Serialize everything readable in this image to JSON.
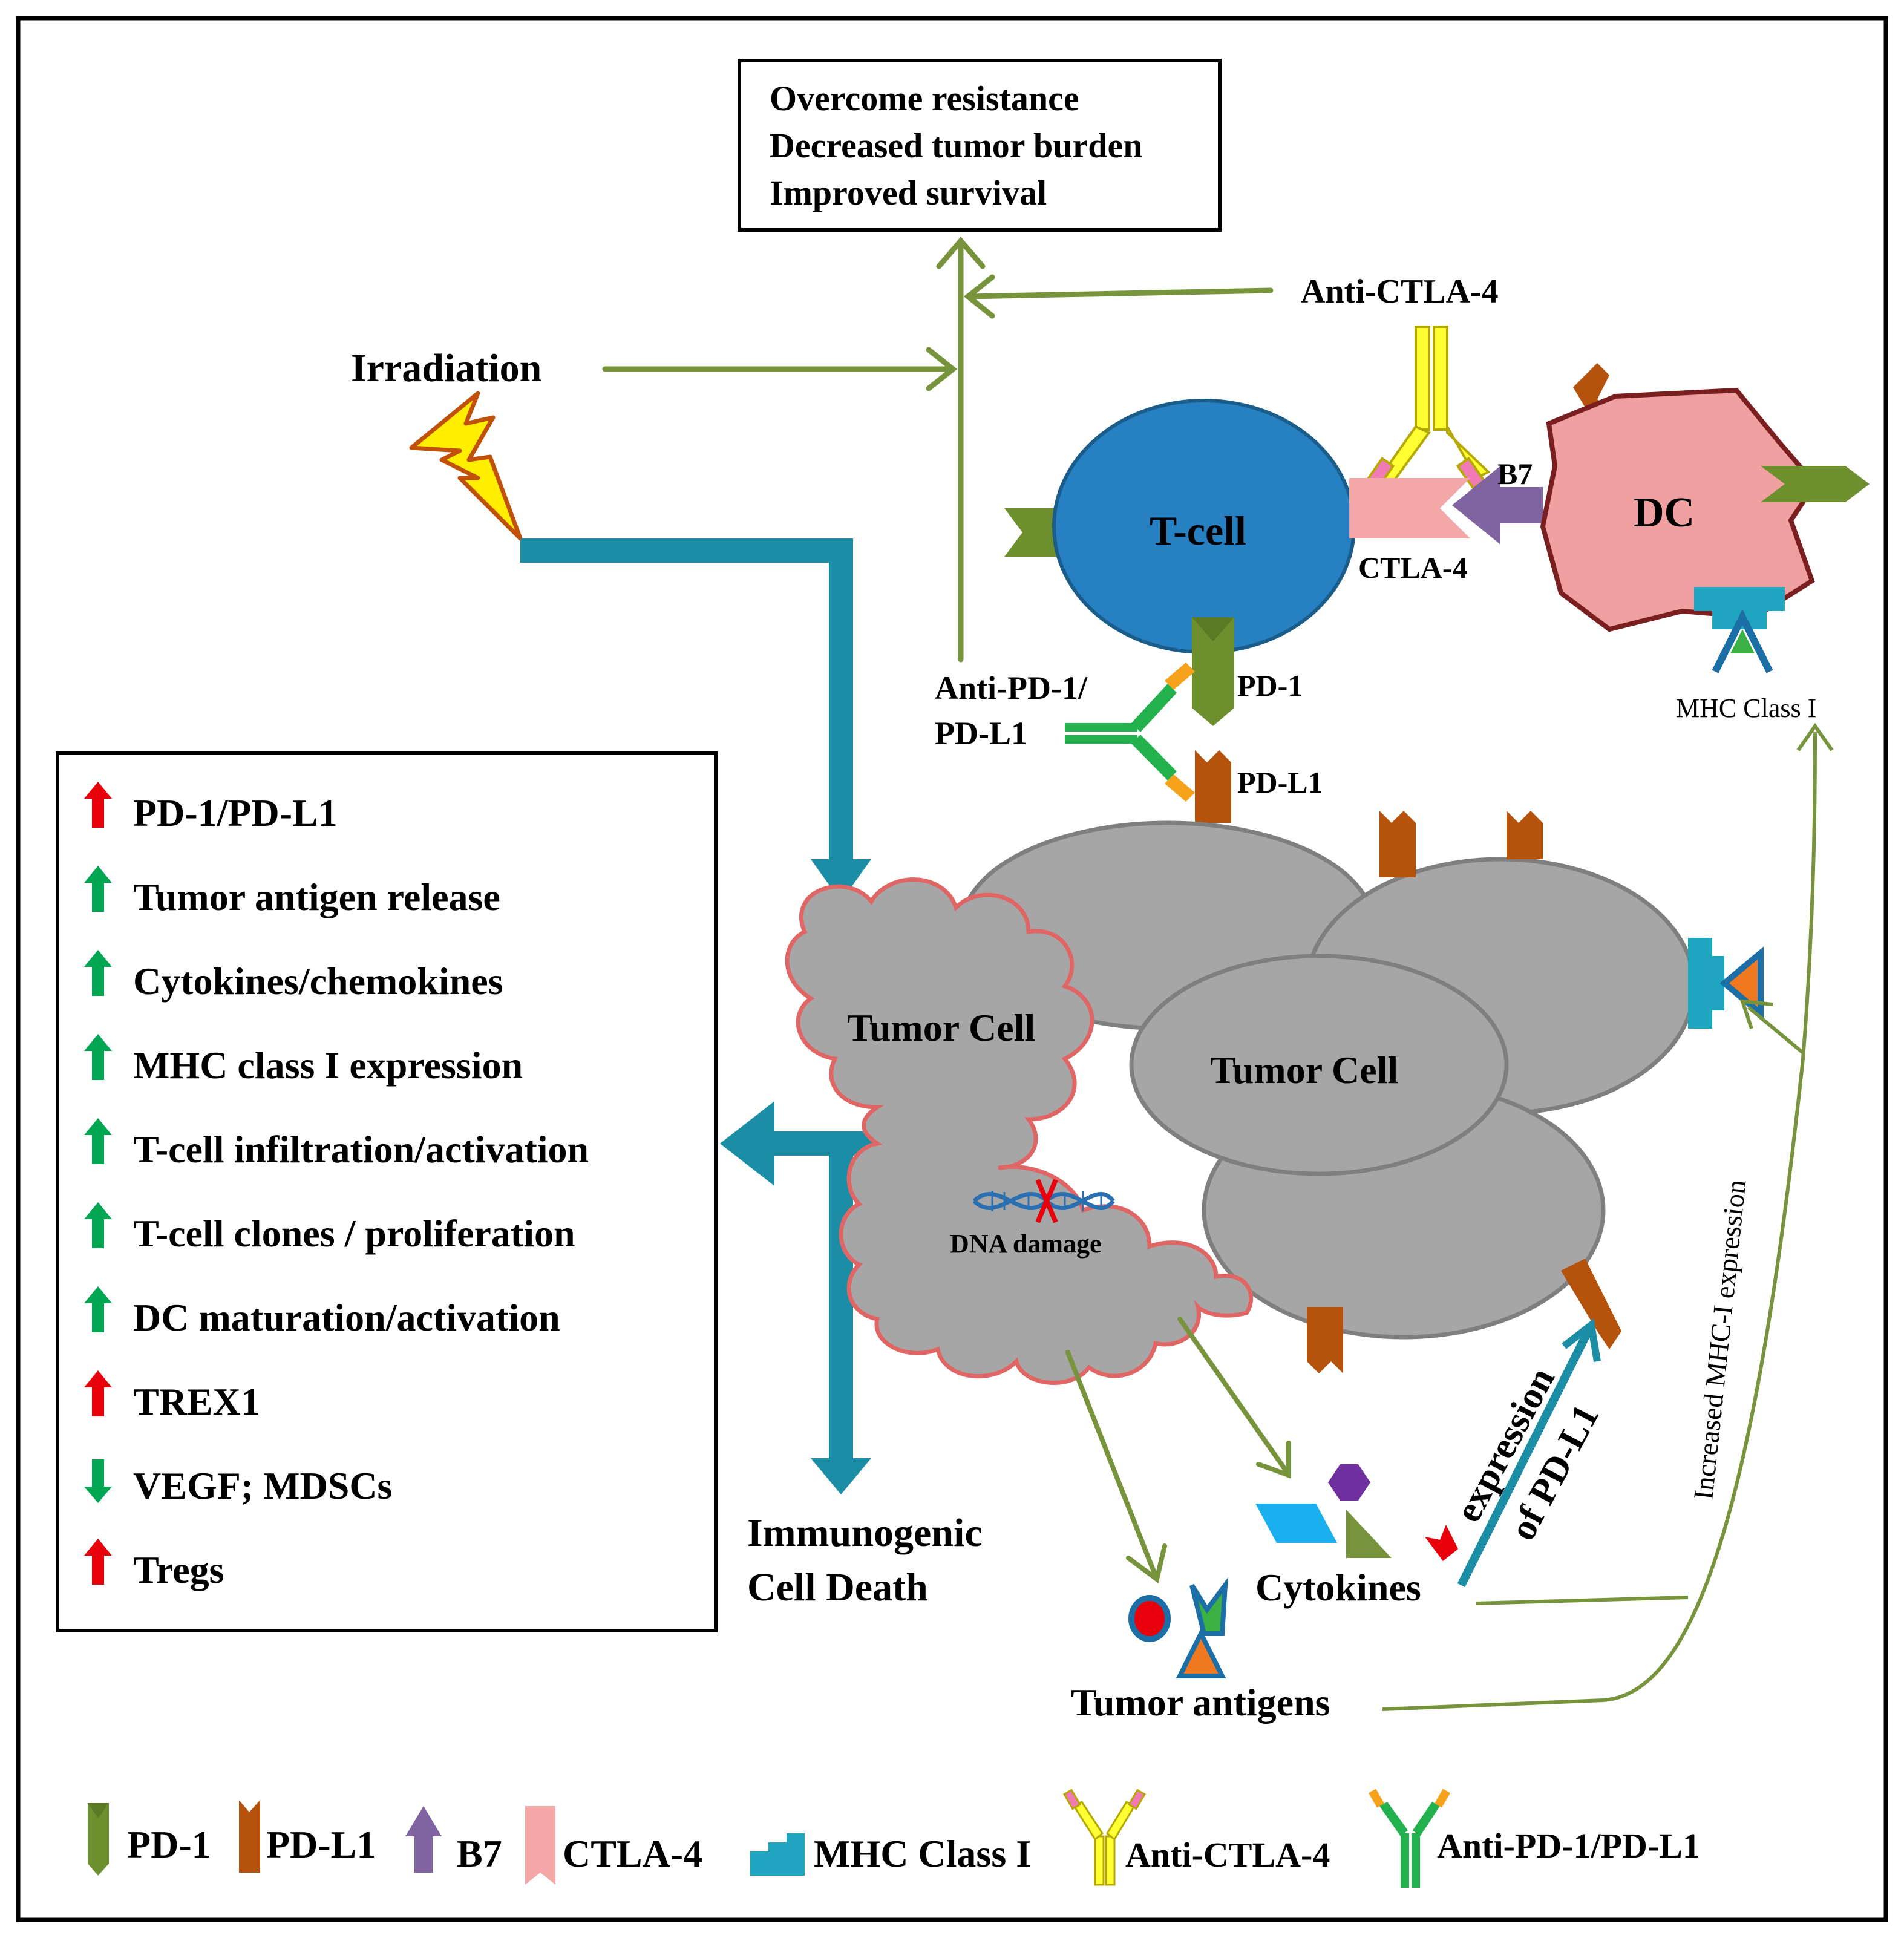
{
  "outcomes": [
    "Overcome resistance",
    "Decreased tumor burden",
    "Improved survival"
  ],
  "labels": {
    "irradiation": "Irradiation",
    "anti_ctla4": "Anti-CTLA-4",
    "tcell": "T-cell",
    "dc": "DC",
    "b7": "B7",
    "ctla4": "CTLA-4",
    "pd1": "PD-1",
    "pdl1": "PD-L1",
    "anti_pd1_line1": "Anti-PD-1/",
    "anti_pd1_line2": "PD-L1",
    "mhc_class_i": "MHC Class I",
    "tumor_cell_left": "Tumor Cell",
    "tumor_cell_right": "Tumor Cell",
    "dna_damage": "DNA damage",
    "icd_line1": "Immunogenic",
    "icd_line2": "Cell Death",
    "cytokines": "Cytokines",
    "tumor_antigens": "Tumor antigens",
    "expression_line1": "expression",
    "expression_line2": "of PD-L1",
    "increased_mhc": "Increased MHC-I expression"
  },
  "effects": [
    {
      "text": "PD-1/PD-L1",
      "direction": "up",
      "color": "#e8000b"
    },
    {
      "text": "Tumor antigen release",
      "direction": "up",
      "color": "#00a651"
    },
    {
      "text": "Cytokines/chemokines",
      "direction": "up",
      "color": "#00a651"
    },
    {
      "text": "MHC class I expression",
      "direction": "up",
      "color": "#00a651"
    },
    {
      "text": "T-cell infiltration/activation",
      "direction": "up",
      "color": "#00a651"
    },
    {
      "text": "T-cell clones / proliferation",
      "direction": "up",
      "color": "#00a651"
    },
    {
      "text": "DC maturation/activation",
      "direction": "up",
      "color": "#00a651"
    },
    {
      "text": "TREX1",
      "direction": "up",
      "color": "#e8000b"
    },
    {
      "text": "VEGF; MDSCs",
      "direction": "down",
      "color": "#00a651"
    },
    {
      "text": "Tregs",
      "direction": "up",
      "color": "#e8000b"
    }
  ],
  "legend": [
    {
      "text": "PD-1",
      "icon": "pd1-icon"
    },
    {
      "text": "PD-L1",
      "icon": "pdl1-icon"
    },
    {
      "text": "B7",
      "icon": "b7-icon"
    },
    {
      "text": "CTLA-4",
      "icon": "ctla4-icon"
    },
    {
      "text": "MHC Class I",
      "icon": "mhc-icon"
    },
    {
      "text": "Anti-CTLA-4",
      "icon": "anti-ctla4-icon"
    },
    {
      "text": "Anti-PD-1/PD-L1",
      "icon": "anti-pd1-icon"
    }
  ],
  "colors": {
    "green_arrow": "#77933c",
    "teal_arrow": "#1b8ea6",
    "tcell": "#2680c2",
    "dc": "#f0a0a0",
    "tumor": "#a6a6a6",
    "pdl1": "#b5520c",
    "pd1": "#6d8f2e",
    "b7": "#8064a2",
    "ctla4": "#f4a7a7",
    "mhc": "#1fa5c0"
  }
}
